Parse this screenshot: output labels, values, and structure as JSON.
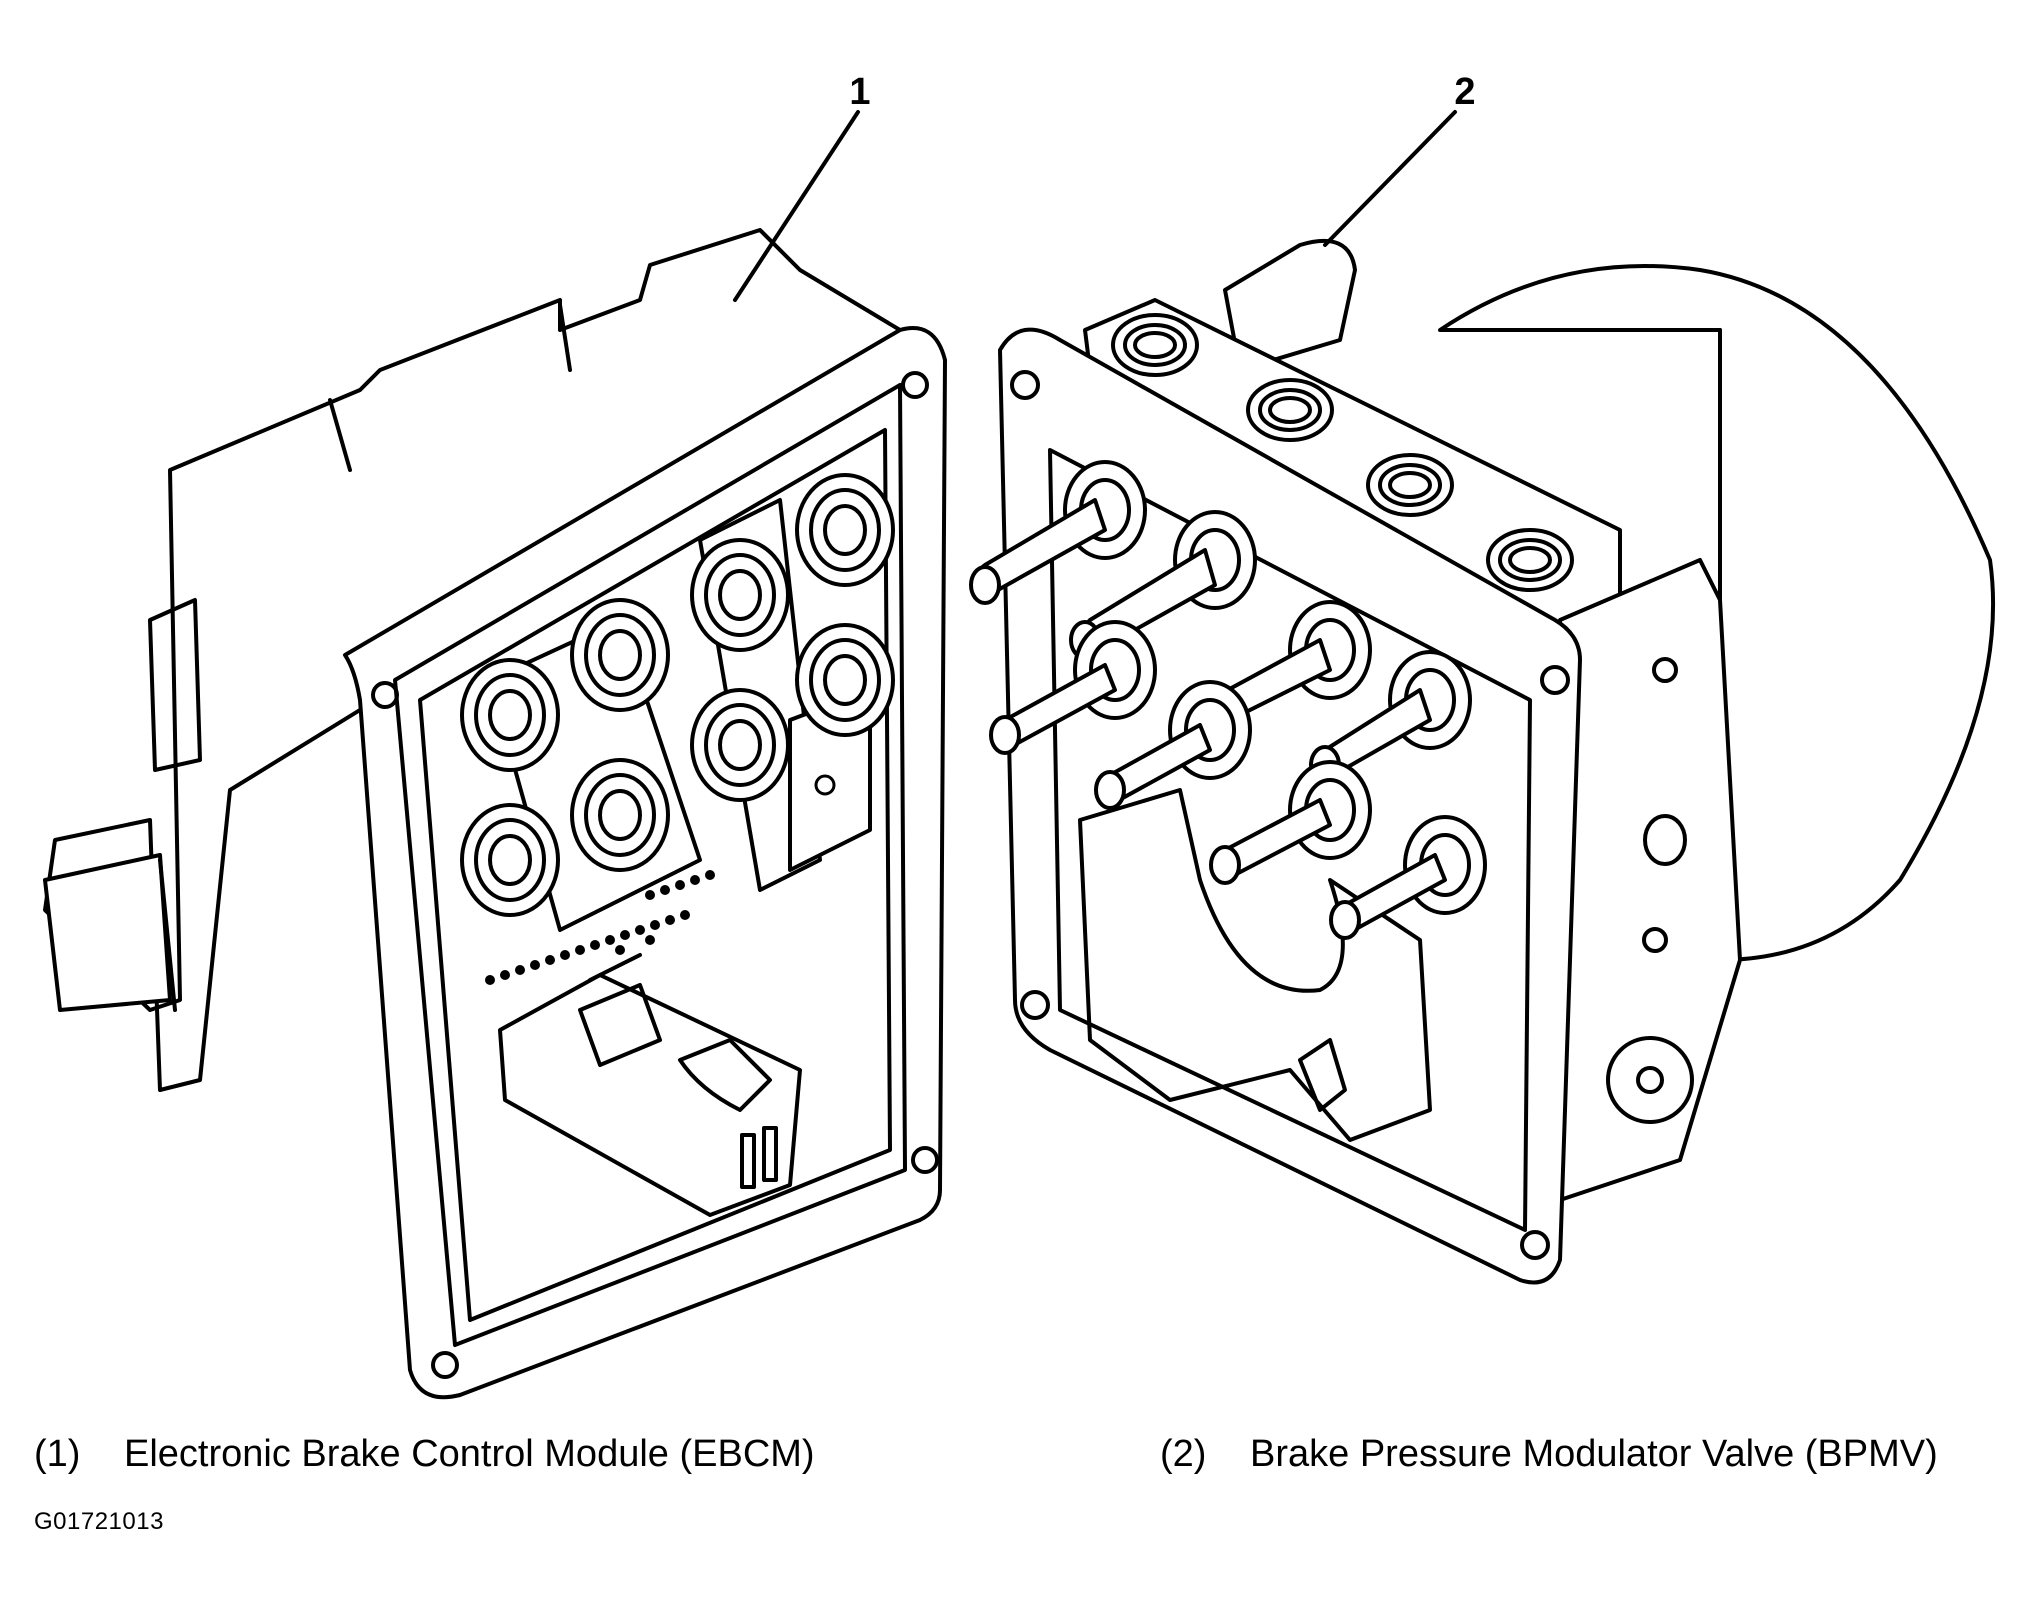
{
  "callouts": [
    {
      "id": "1",
      "label": "1"
    },
    {
      "id": "2",
      "label": "2"
    }
  ],
  "legend": [
    {
      "num": "(1)",
      "text": "Electronic Brake Control Module (EBCM)"
    },
    {
      "num": "(2)",
      "text": "Brake Pressure Modulator Valve (BPMV)"
    }
  ],
  "figure_id": "G01721013"
}
